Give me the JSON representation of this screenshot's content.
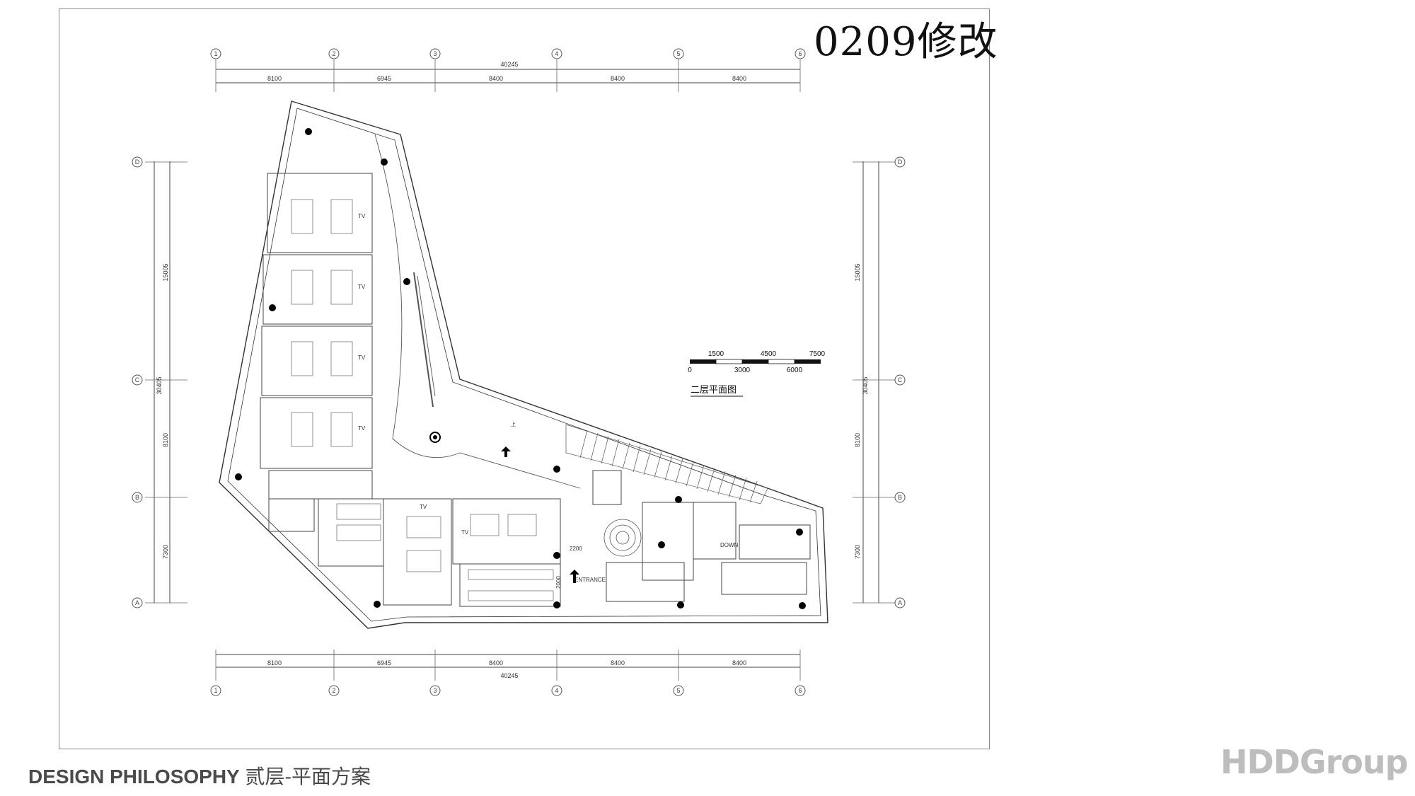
{
  "stamp": "0209修改",
  "footer": {
    "title_en": "DESIGN PHILOSOPHY",
    "title_cn": "贰层-平面方案"
  },
  "logo": "HDDGroup",
  "plan_title": "二层平面图",
  "grid_columns": [
    "1",
    "2",
    "3",
    "4",
    "5",
    "6"
  ],
  "grid_rows": [
    "D",
    "C",
    "B",
    "A"
  ],
  "top_dims": {
    "total": "40245",
    "segments": [
      "8100",
      "6945",
      "8400",
      "8400",
      "8400"
    ]
  },
  "side_dims": {
    "total": "30405",
    "segments": [
      "15005",
      "8100",
      "7300"
    ]
  },
  "scale_bar": {
    "top": [
      "1500",
      "4500",
      "7500"
    ],
    "bottom": [
      "0",
      "3000",
      "6000"
    ]
  },
  "room_labels": {
    "tv": "TV",
    "entrance": "ENTRANCE",
    "dims_2200": "2200",
    "dims_2000": "2000",
    "up_arrow_label": "上",
    "down_label": "DOWN"
  }
}
